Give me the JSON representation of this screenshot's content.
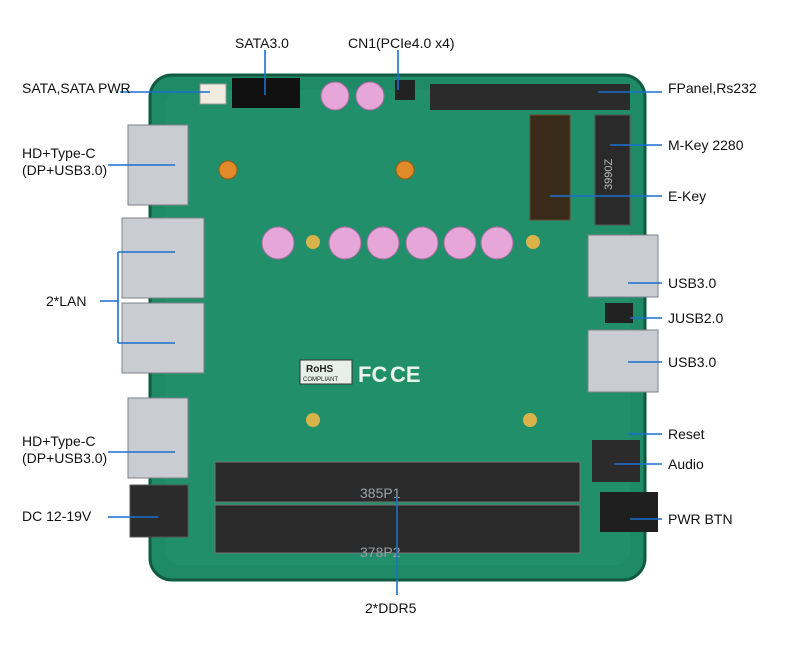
{
  "labels": {
    "sata30": "SATA3.0",
    "cn1": "CN1(PCIe4.0 x4)",
    "sata_pwr": "SATA,SATA PWR",
    "fpanel": "FPanel,Rs232",
    "hd_typec_top_1": "HD+Type-C",
    "hd_typec_top_2": "(DP+USB3.0)",
    "mkey": "M-Key 2280",
    "ekey": "E-Key",
    "lan": "2*LAN",
    "usb30_top": "USB3.0",
    "jusb20": "JUSB2.0",
    "usb30_bottom": "USB3.0",
    "reset": "Reset",
    "hd_typec_bot_1": "HD+Type-C",
    "hd_typec_bot_2": "(DP+USB3.0)",
    "audio": "Audio",
    "dc": "DC 12-19V",
    "pwr_btn": "PWR BTN",
    "ddr5": "2*DDR5"
  },
  "board_marks": {
    "rohs": "RoHS",
    "compliant": "COMPLIANT",
    "fc": "FC",
    "ce": "CE",
    "slot_top": "385P1",
    "slot_bottom": "378P2",
    "mkey_silk": "3990Z"
  },
  "colors": {
    "pcb": "#1f8a66",
    "pcb_dark": "#14684c",
    "pointer": "#1a6fd1",
    "metal": "#c9ccd0",
    "cap": "#e6a6d8"
  }
}
